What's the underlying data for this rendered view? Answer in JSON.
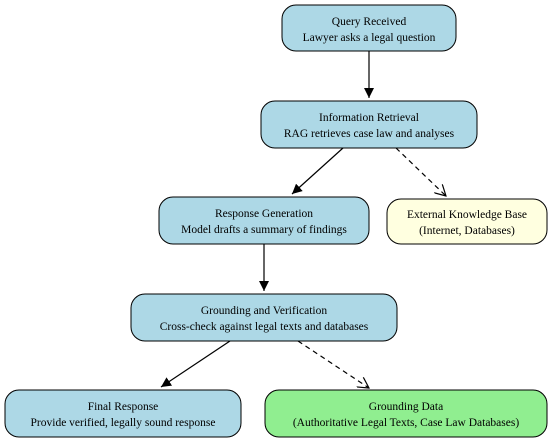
{
  "colors": {
    "process_fill": "#add8e6",
    "external_fill": "#ffffe0",
    "grounding_fill": "#90ee90",
    "stroke": "#000000",
    "background": "#ffffff"
  },
  "nodes": [
    {
      "id": "query",
      "kind": "process",
      "line1": "Query Received",
      "line2": "Lawyer asks a legal question"
    },
    {
      "id": "retrieval",
      "kind": "process",
      "line1": "Information Retrieval",
      "line2": "RAG retrieves case law and analyses"
    },
    {
      "id": "generation",
      "kind": "process",
      "line1": "Response Generation",
      "line2": "Model drafts a summary of findings"
    },
    {
      "id": "external",
      "kind": "external",
      "line1": "External Knowledge Base",
      "line2": "(Internet, Databases)"
    },
    {
      "id": "grounding",
      "kind": "process",
      "line1": "Grounding and Verification",
      "line2": "Cross-check against legal texts and databases"
    },
    {
      "id": "final",
      "kind": "process",
      "line1": "Final Response",
      "line2": "Provide verified, legally sound response"
    },
    {
      "id": "grounding_data",
      "kind": "grounding",
      "line1": "Grounding Data",
      "line2": "(Authoritative Legal Texts, Case Law Databases)"
    }
  ],
  "edges": [
    {
      "from": "query",
      "to": "retrieval",
      "style": "solid"
    },
    {
      "from": "retrieval",
      "to": "generation",
      "style": "solid"
    },
    {
      "from": "retrieval",
      "to": "external",
      "style": "dashed"
    },
    {
      "from": "generation",
      "to": "grounding",
      "style": "solid"
    },
    {
      "from": "grounding",
      "to": "final",
      "style": "solid"
    },
    {
      "from": "grounding",
      "to": "grounding_data",
      "style": "dashed"
    }
  ]
}
